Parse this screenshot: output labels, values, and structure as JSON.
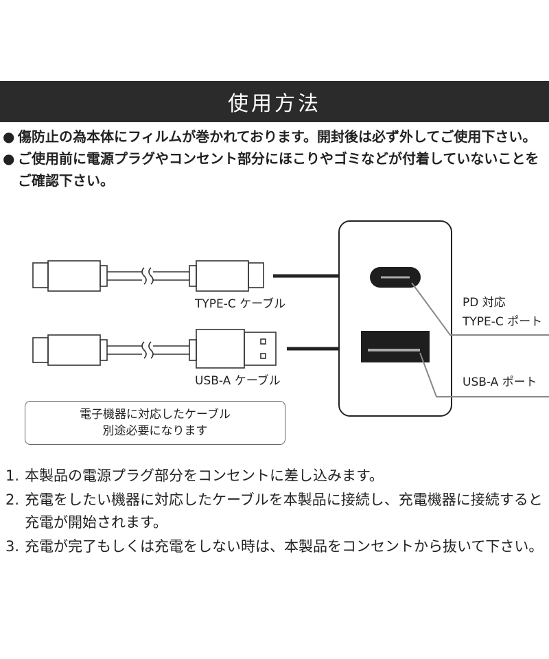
{
  "title": "使用方法",
  "notes": [
    "傷防止の為本体にフィルムが巻かれております。開封後は必ず外してご使用下さい。",
    "ご使用前に電源プラグやコンセント部分にほこりやゴミなどが付着していないことをご確認下さい。"
  ],
  "diagram": {
    "typec_cable_label": "TYPE-C ケーブル",
    "usba_cable_label": "USB-A ケーブル",
    "pd_label_line1": "PD 対応",
    "pd_label_line2": "TYPE-C ポート",
    "usba_port_label": "USB-A ポート",
    "callout_line1": "電子機器に対応したケーブル",
    "callout_line2": "別途必要になります"
  },
  "steps": [
    {
      "num": "1.",
      "text": "本製品の電源プラグ部分をコンセントに差し込みます。"
    },
    {
      "num": "2.",
      "text": "充電をしたい機器に対応したケーブルを本製品に接続し、充電機器に接続すると充電が開始されます。"
    },
    {
      "num": "3.",
      "text": "充電が完了もしくは充電をしない時は、本製品をコンセントから抜いて下さい。"
    }
  ]
}
